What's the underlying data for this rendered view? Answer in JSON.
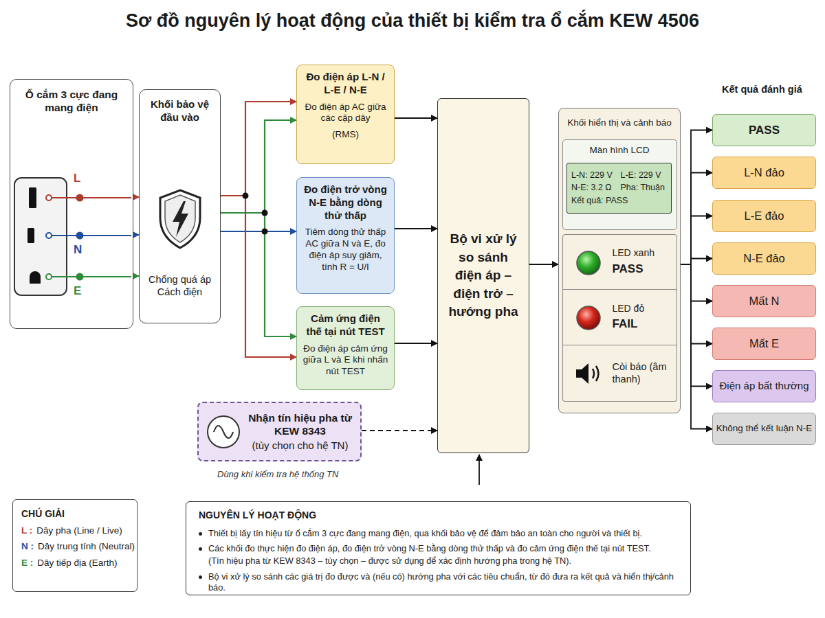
{
  "diagram": {
    "title": "Sơ đồ nguyên lý hoạt động của thiết bị kiểm tra ổ cắm KEW 4506",
    "nodes": [
      {
        "text": [
          "Ổ cắm 3 cực đang mang điện"
        ]
      },
      {
        "text": [
          "Khối bảo vệ đầu vào",
          "Chống quá áp Cách điện"
        ]
      },
      {
        "text": [
          "Đo điện áp L-N / L-E / N-E",
          "Đo điện áp AC giữa các cặp dây",
          "(RMS)"
        ]
      },
      {
        "text": [
          "Đo điện trở vòng N-E bằng dòng thử thấp",
          "Tiêm dòng thử thấp AC giữa N và E, đo điện áp suy giảm, tính R = U/I"
        ]
      },
      {
        "text": [
          "Cảm ứng điện thế tại nút TEST",
          "Đo điện áp cảm ứng giữa L và E khi nhấn nút TEST"
        ]
      },
      {
        "text": [
          "Nhận tín hiệu pha từ KEW 8343",
          "(tùy chọn cho hệ TN)"
        ]
      },
      {
        "text": [
          "Bộ vi xử lý so sánh điện áp – điện trở – hướng pha"
        ]
      },
      {
        "text": [
          "Khối hiển thị và cảnh báo"
        ]
      },
      {
        "text": [
          "Màn hình LCD"
        ],
        "in": 7
      },
      {
        "text": [
          "L-N: 229 V",
          "L-E: 229 V",
          "N-E: 3.2 Ω",
          "Pha: Thuận",
          "Kết quả: PASS"
        ],
        "in": 8
      },
      {
        "text": [
          "LED xanh",
          "PASS"
        ],
        "in": 7
      },
      {
        "text": [
          "LED đỏ",
          "FAIL"
        ],
        "in": 7
      },
      {
        "text": [
          "Còi báo (âm thanh)"
        ],
        "in": 7
      },
      {
        "text": [
          "PASS"
        ]
      },
      {
        "text": [
          "L-N đảo"
        ]
      },
      {
        "text": [
          "L-E đảo"
        ]
      },
      {
        "text": [
          "N-E đảo"
        ]
      },
      {
        "text": [
          "Mất N"
        ]
      },
      {
        "text": [
          "Mất E"
        ]
      },
      {
        "text": [
          "Điện áp bất thường"
        ]
      },
      {
        "text": [
          "Không thể kết luận N-E"
        ]
      },
      {
        "text": [
          "CHÚ GIẢI"
        ]
      },
      {
        "text": [
          "NGUYÊN LÝ HOẠT ĐỘNG",
          "Thiết bị lấy tín hiệu từ ổ cắm 3 cực đang mang điện, qua khối bảo vệ để đảm bảo an toàn cho người và thiết bị.",
          "Các khối đo thực hiện đo điện áp, đo điện trở vòng N-E bằng dòng thử thấp và đo cảm ứng điện thế tại nút TEST.",
          "(Tín hiệu pha từ KEW 8343 – tùy chọn – được sử dụng để xác định hướng pha trong hệ TN).",
          "Bộ vi xử lý so sánh các giá trị đo được và (nếu có) hướng pha với các tiêu chuẩn, từ đó đưa ra kết quả và hiển thị/cảnh báo."
        ]
      }
    ],
    "edges": [
      {
        "from": 0,
        "to": 1,
        "arrow": "to"
      },
      {
        "from": 0,
        "to": 1,
        "arrow": "to"
      },
      {
        "from": 0,
        "to": 1,
        "arrow": "to"
      },
      {
        "from": 1,
        "to": 2,
        "arrow": "to"
      },
      {
        "from": 1,
        "to": 2,
        "arrow": "to"
      },
      {
        "from": 1,
        "to": 3,
        "arrow": "to"
      },
      {
        "from": 1,
        "to": 4,
        "arrow": "to"
      },
      {
        "from": 1,
        "to": 4,
        "arrow": "to"
      },
      {
        "from": 2,
        "to": 6,
        "arrow": "to"
      },
      {
        "from": 3,
        "to": 6,
        "arrow": "to"
      },
      {
        "from": 4,
        "to": 6,
        "arrow": "to"
      },
      {
        "from": 5,
        "to": 6,
        "arrow": "to"
      },
      {
        "from": 6,
        "to": 7,
        "arrow": "to"
      },
      {
        "from": 7,
        "to": 13,
        "arrow": "to"
      },
      {
        "from": 7,
        "to": 14,
        "arrow": "to"
      },
      {
        "from": 7,
        "to": 15,
        "arrow": "to"
      },
      {
        "from": 7,
        "to": 16,
        "arrow": "to"
      },
      {
        "from": 7,
        "to": 17,
        "arrow": "to"
      },
      {
        "from": 7,
        "to": 18,
        "arrow": "to"
      },
      {
        "from": 7,
        "to": 19,
        "arrow": "to"
      },
      {
        "from": 7,
        "to": 20,
        "arrow": "to"
      }
    ],
    "labels": [
      "L",
      "N",
      "E",
      "Kết quả đánh giá",
      "Dùng khi kiểm tra hệ thống TN",
      "L :",
      "N :",
      "E :"
    ],
    "legend": [
      {
        "text": "Dây pha (Line / Live)",
        "color": "#b03a2e"
      },
      {
        "text": "Dây trung tính (Neutral)",
        "color": "#1f4e9c"
      },
      {
        "text": "Dây tiếp địa (Earth)",
        "color": "#2e8b3a"
      }
    ]
  }
}
